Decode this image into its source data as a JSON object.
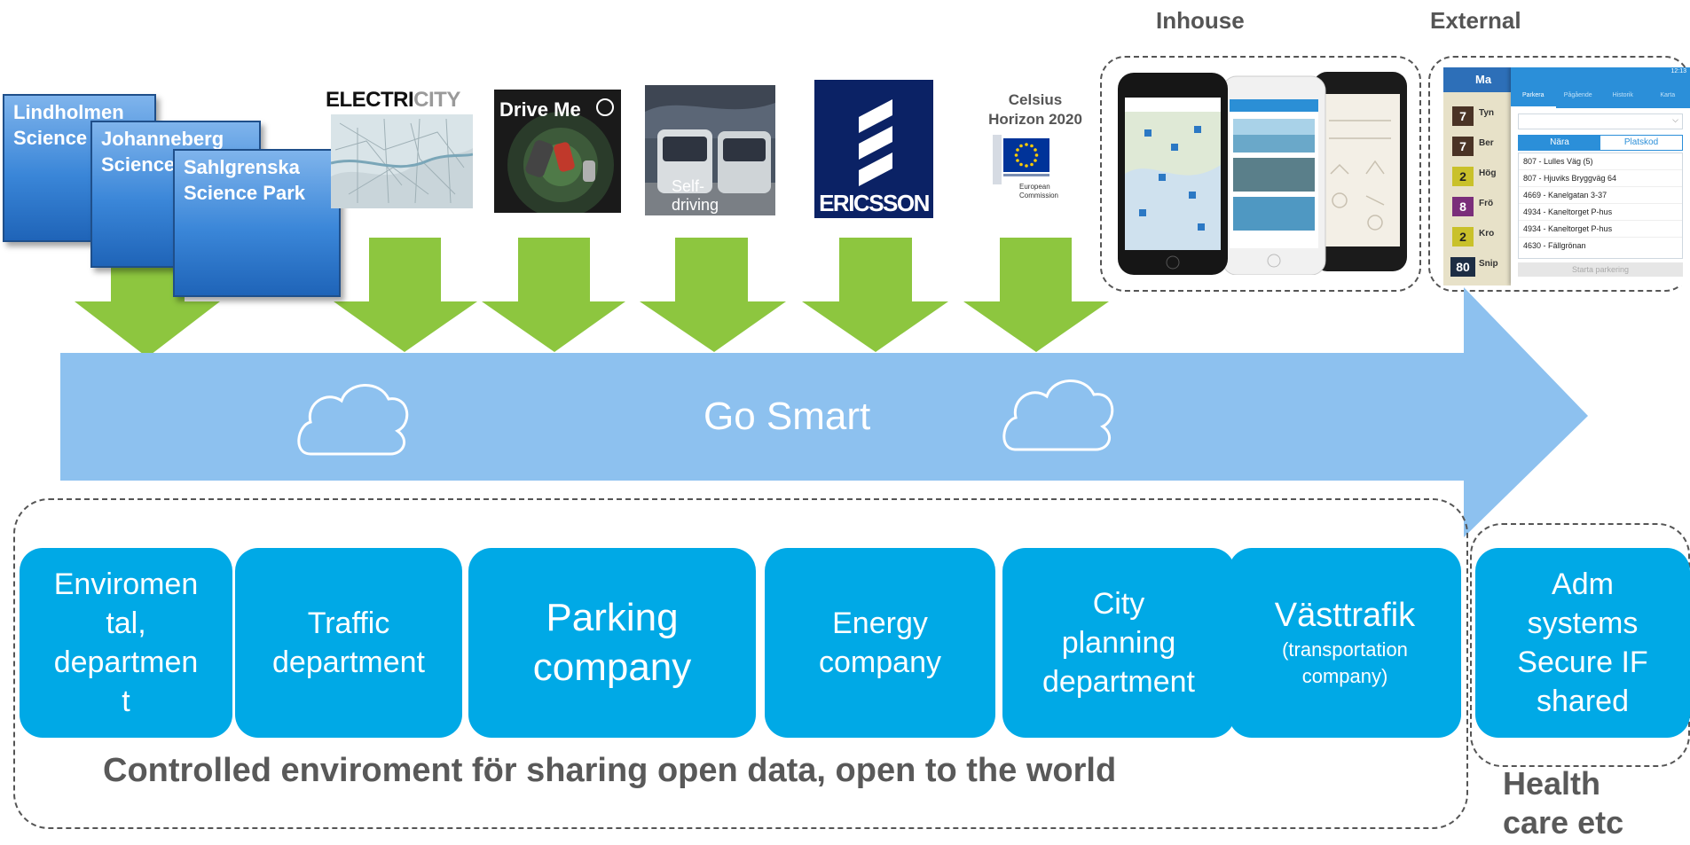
{
  "header": {
    "inhouse": "Inhouse",
    "external": "External"
  },
  "science_parks": [
    {
      "name": "Lindholmen Science Park"
    },
    {
      "name": "Johanneberg Science Park"
    },
    {
      "name": "Sahlgrenska Science Park"
    }
  ],
  "partners": {
    "electricity": {
      "name": "ELECTRICITY",
      "part1": "ELECTRI",
      "part2": "CITY"
    },
    "driveme": {
      "name": "Drive Me"
    },
    "selfdriving": {
      "caption": "Self-driving",
      "line1": "Self-",
      "line2": "driving"
    },
    "ericsson": {
      "name": "ERICSSON"
    },
    "celsius": {
      "line1": "Celsius",
      "line2": "Horizon 2020",
      "ec_line1": "European",
      "ec_line2": "Commission"
    }
  },
  "banner": {
    "label": "Go Smart",
    "color": "#8dc1ef"
  },
  "arrow_color": "#8dc63f",
  "departments": [
    {
      "id": "env",
      "lines": [
        "Enviromen",
        "tal,",
        "departmen",
        "t"
      ]
    },
    {
      "id": "traffic",
      "lines": [
        "Traffic",
        "department"
      ]
    },
    {
      "id": "parking",
      "lines": [
        "Parking",
        "company"
      ]
    },
    {
      "id": "energy",
      "lines": [
        "Energy",
        "company"
      ]
    },
    {
      "id": "city",
      "lines": [
        "City",
        "planning",
        "department"
      ]
    },
    {
      "id": "vt",
      "title": "Västtrafik",
      "sub1": "(transportation",
      "sub2": "company)"
    }
  ],
  "admin_box": {
    "lines": [
      "Adm",
      "systems",
      "Secure IF",
      "shared"
    ]
  },
  "footer": {
    "controlled": "Controlled enviroment för sharing open data, open to the world",
    "health1": "Health",
    "health2": "care etc"
  },
  "colors": {
    "dept_blue": "#00a9e6",
    "label_grey": "#555555"
  },
  "phone_app": {
    "tabs": [
      "Parkera",
      "Pågående",
      "Historik",
      "Karta"
    ],
    "active_tab": "Parkera",
    "search_tabs": [
      "Nära",
      "Platskod"
    ],
    "list": [
      "807 - Lulles Väg (5)",
      "807 - Hjuviks Bryggväg 64",
      "4669 - Kanelgatan 3-37",
      "4934 - Kaneltorget P-hus",
      "4934 - Kaneltorget P-hus",
      "4630 - Fällgrönan"
    ],
    "button": "Starta parkering",
    "clock": "12:13",
    "side_numbers": [
      "7",
      "7",
      "2",
      "8",
      "2",
      "80"
    ],
    "side_header": "Ma",
    "side_labels": [
      "Tyn",
      "Ber",
      "Hög",
      "Frö",
      "Kro",
      "Snip"
    ]
  }
}
